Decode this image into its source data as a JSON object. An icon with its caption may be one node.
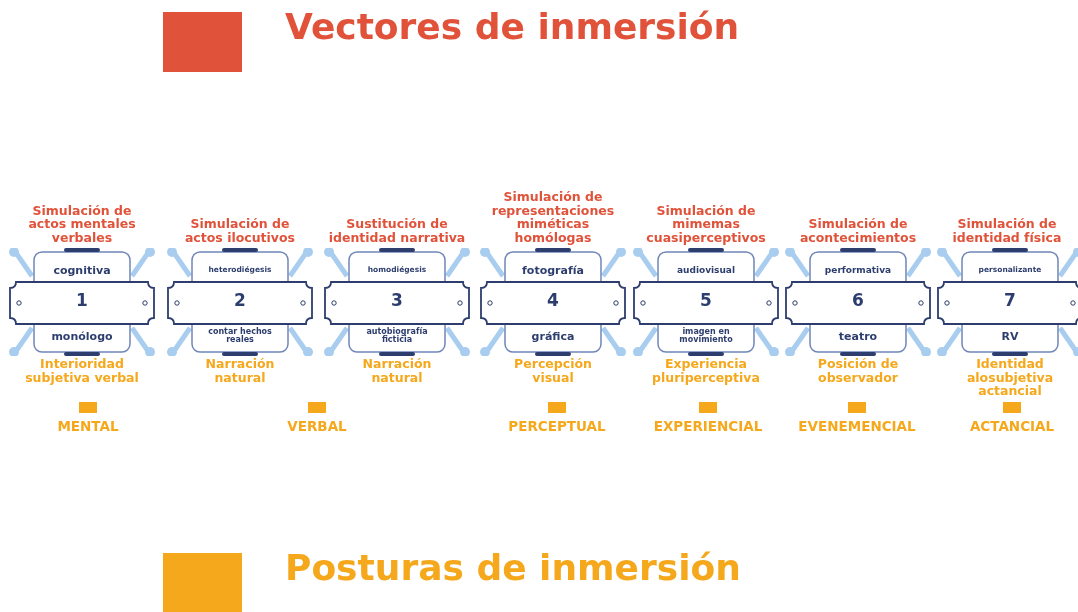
{
  "diagram": {
    "title": "Vectores de inmersión",
    "nodes": [
      {
        "text": [
          "cognitiva",
          "1",
          "monólogo"
        ],
        "beside": [
          "Simulación de actos mentales verbales",
          "Interioridad subjetiva verbal"
        ]
      },
      {
        "text": [
          "heterodiégesis",
          "2",
          "contar hechos reales"
        ],
        "beside": [
          "Simulación de actos ilocutivos",
          "Narración natural"
        ]
      },
      {
        "text": [
          "homodiégesis",
          "3",
          "autobiografía ficticia"
        ],
        "beside": [
          "Sustitución de identidad narrativa",
          "Narración natural"
        ]
      },
      {
        "text": [
          "fotografía",
          "4",
          "gráfica"
        ],
        "beside": [
          "Simulación de representaciones miméticas homólogas",
          "Percepción visual"
        ]
      },
      {
        "text": [
          "audiovisual",
          "5",
          "imagen en movimiento"
        ],
        "beside": [
          "Simulación de mimemas cuasiperceptivos",
          "Experiencia pluriperceptiva"
        ]
      },
      {
        "text": [
          "performativa",
          "6",
          "teatro"
        ],
        "beside": [
          "Simulación de acontecimientos",
          "Posición de observador"
        ]
      },
      {
        "text": [
          "personalizante",
          "7",
          "RV"
        ],
        "beside": [
          "Simulación de identidad física",
          "Identidad alosubjetiva actancial"
        ]
      },
      {
        "text": [],
        "shape": "box"
      },
      {
        "text": [],
        "shape": "box"
      }
    ],
    "labels": [
      "MENTAL",
      "VERBAL",
      "PERCEPTUAL",
      "EXPERIENCIAL",
      "EVENEMENCIAL",
      "ACTANCIAL",
      "Posturas de inmersión"
    ]
  }
}
